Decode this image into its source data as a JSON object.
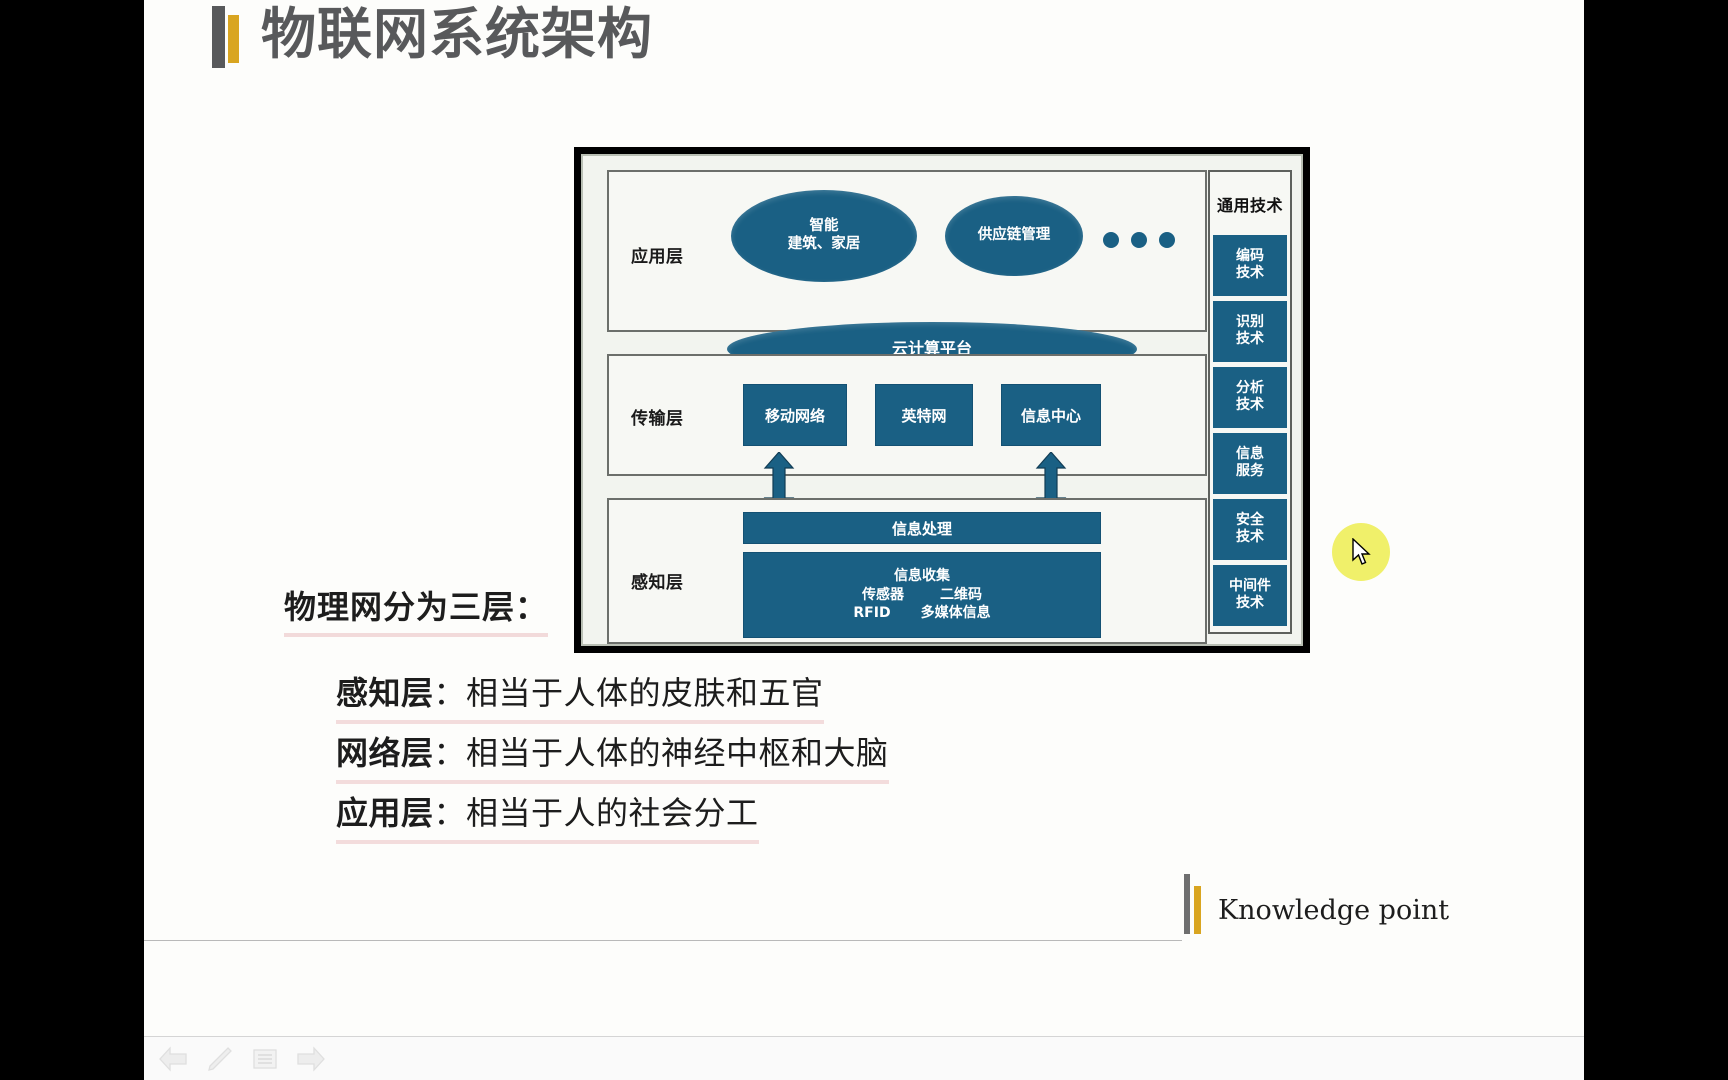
{
  "slide": {
    "title": "物联网系统架构",
    "lead_line": "物理网分为三层：",
    "bullets": [
      {
        "term": "感知层",
        "sep": "：",
        "desc": "相当于人体的皮肤和五官"
      },
      {
        "term": "网络层",
        "sep": "：",
        "desc": "相当于人体的神经中枢和大脑"
      },
      {
        "term": "应用层",
        "sep": "：",
        "desc": "相当于人的社会分工"
      }
    ],
    "footer": "Knowledge point"
  },
  "diagram": {
    "application_layer": {
      "label": "应用层",
      "ellipse_1_line1": "智能",
      "ellipse_1_line2": "建筑、家居",
      "ellipse_2": "供应链管理",
      "more_dots": 3
    },
    "cloud_platform": "云计算平台",
    "transport_layer": {
      "label": "传输层",
      "boxes": [
        "移动网络",
        "英特网",
        "信息中心"
      ]
    },
    "perception_layer": {
      "label": "感知层",
      "processing_box": "信息处理",
      "collection_box": {
        "title": "信息收集",
        "row1": [
          "传感器",
          "二维码"
        ],
        "row2": [
          "RFID",
          "多媒体信息"
        ]
      }
    },
    "general_tech": {
      "header": "通用技术",
      "items": [
        {
          "line1": "编码",
          "line2": "技术"
        },
        {
          "line1": "识别",
          "line2": "技术"
        },
        {
          "line1": "分析",
          "line2": "技术"
        },
        {
          "line1": "信息",
          "line2": "服务"
        },
        {
          "line1": "安全",
          "line2": "技术"
        },
        {
          "line1": "中间件",
          "line2": "技术"
        }
      ]
    }
  },
  "toolbar": {
    "icons": [
      "back-arrow-icon",
      "pen-icon",
      "list-icon",
      "forward-arrow-icon"
    ]
  },
  "colors": {
    "blue": "#1a6084",
    "title_gray": "#58595b",
    "accent_gold": "#d9a520",
    "underline_pink": "#f2dada",
    "cursor_highlight": "#f0f06a"
  }
}
